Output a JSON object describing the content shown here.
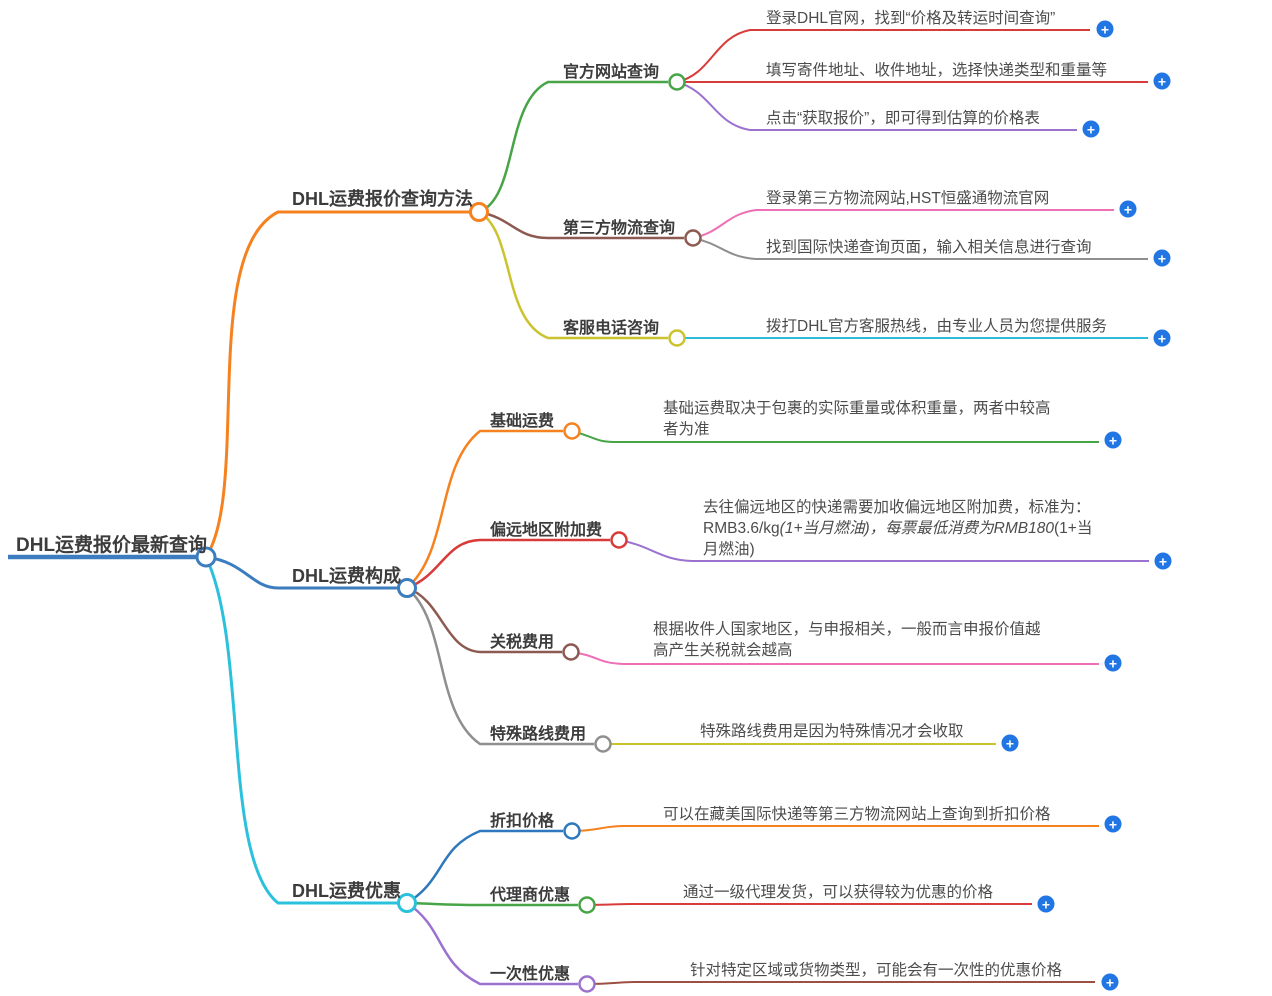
{
  "icons": {
    "plus": "+"
  },
  "colors": {
    "background": "#ffffff",
    "label_text": "#3c3c3c",
    "leaf_text": "#4c4c4c",
    "plus_button": "#2176e4"
  },
  "root": {
    "label": "DHL运费报价最新查询",
    "color": "#3b7dbf"
  },
  "branches": [
    {
      "label": "DHL运费报价查询方法",
      "color": "#f5821e",
      "children": [
        {
          "label": "官方网站查询",
          "color": "#47a447",
          "leaves": [
            {
              "text": "登录DHL官网，找到“价格及转运时间查询”",
              "color": "#d93b3b"
            },
            {
              "text": "填写寄件地址、收件地址，选择快递类型和重量等",
              "color": "#d93b3b"
            },
            {
              "text": "点击“获取报价”，即可得到估算的价格表",
              "color": "#9b72cf"
            }
          ]
        },
        {
          "label": "第三方物流查询",
          "color": "#8d5a52",
          "leaves": [
            {
              "text": "登录第三方物流网站,HST恒盛通物流官网",
              "color": "#ee6fb5"
            },
            {
              "text": "找到国际快递查询页面，输入相关信息进行查询",
              "color": "#8f8f8f"
            }
          ]
        },
        {
          "label": "客服电话咨询",
          "color": "#cbc32e",
          "leaves": [
            {
              "text": "拨打DHL官方客服热线，由专业人员为您提供服务",
              "color": "#2fbcd9"
            }
          ]
        }
      ]
    },
    {
      "label": "DHL运费构成",
      "color": "#3b7dbf",
      "children": [
        {
          "label": "基础运费",
          "color": "#f5821e",
          "leaves": [
            {
              "text": "基础运费取决于包裹的实际重量或体积重量，两者中较高者为准",
              "color": "#47a447"
            }
          ]
        },
        {
          "label": "偏远地区附加费",
          "color": "#d93b3b",
          "leaves": [
            {
              "text_regular_1": "去往偏远地区的快递需要加收偏远地区附加费，标准为：RMB3.6/kg",
              "text_italic": "(1+当月燃油)，每票最低消费为RMB180",
              "text_regular_2": "(1+当月燃油)",
              "color": "#9b72cf"
            }
          ]
        },
        {
          "label": "关税费用",
          "color": "#8d5a52",
          "leaves": [
            {
              "text": "根据收件人国家地区，与申报相关，一般而言申报价值越高产生关税就会越高",
              "color": "#ee6fb5"
            }
          ]
        },
        {
          "label": "特殊路线费用",
          "color": "#8f8f8f",
          "leaves": [
            {
              "text": "特殊路线费用是因为特殊情况才会收取",
              "color": "#cbc32e"
            }
          ]
        }
      ]
    },
    {
      "label": "DHL运费优惠",
      "color": "#2bc0dc",
      "children": [
        {
          "label": "折扣价格",
          "color": "#2e78bd",
          "leaves": [
            {
              "text": "可以在藏美国际快递等第三方物流网站上查询到折扣价格",
              "color": "#f5821e"
            }
          ]
        },
        {
          "label": "代理商优惠",
          "color": "#47a447",
          "leaves": [
            {
              "text": "通过一级代理发货，可以获得较为优惠的价格",
              "color": "#d93b3b"
            }
          ]
        },
        {
          "label": "一次性优惠",
          "color": "#9b72cf",
          "leaves": [
            {
              "text": "针对特定区域或货物类型，可能会有一次性的优惠价格",
              "color": "#9c4f42"
            }
          ]
        }
      ]
    }
  ]
}
